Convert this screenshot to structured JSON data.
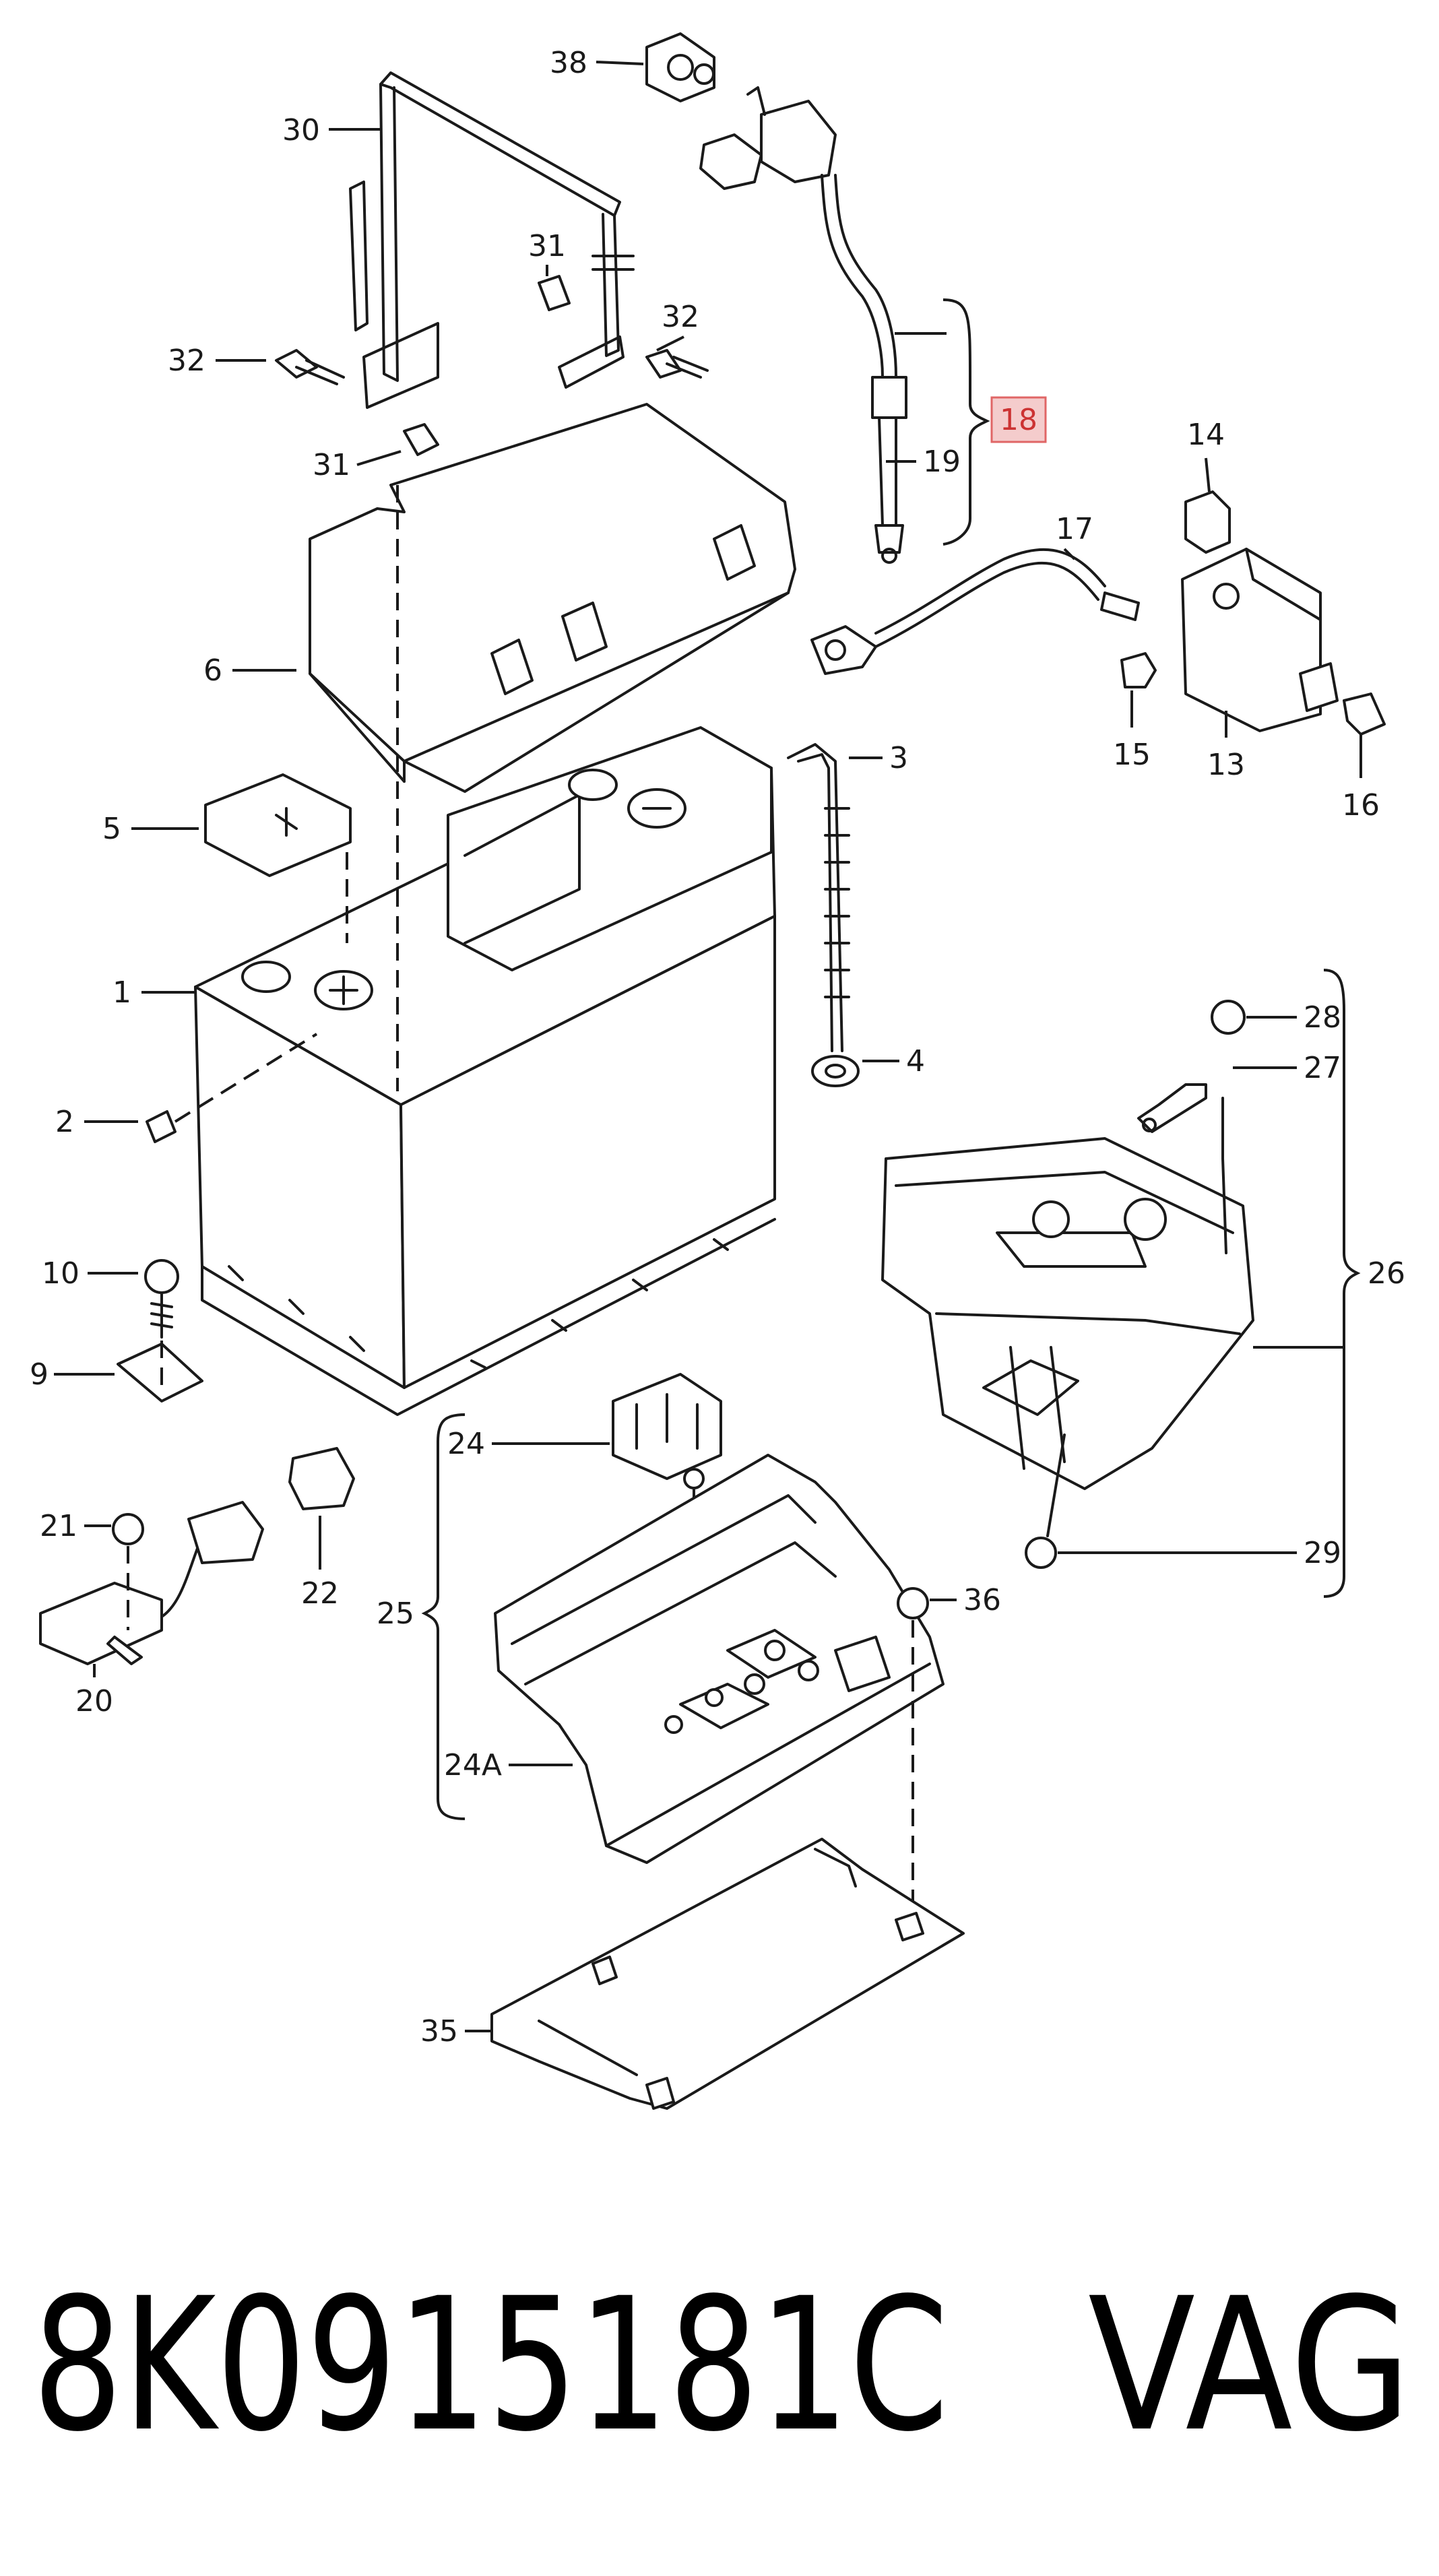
{
  "diagram": {
    "callouts": {
      "c38": "38",
      "c30": "30",
      "c31a": "31",
      "c32a": "32",
      "c32b": "32",
      "c31b": "31",
      "c18": "18",
      "c19": "19",
      "c14": "14",
      "c17": "17",
      "c6": "6",
      "c15": "15",
      "c13": "13",
      "c16": "16",
      "c3": "3",
      "c5": "5",
      "c1": "1",
      "c4": "4",
      "c28": "28",
      "c27": "27",
      "c2": "2",
      "c26": "26",
      "c10": "10",
      "c9": "9",
      "c24": "24",
      "c29": "29",
      "c21": "21",
      "c22": "22",
      "c36": "36",
      "c25": "25",
      "c20": "20",
      "c24a": "24A",
      "c35": "35"
    },
    "highlight_color": "#f4cccc",
    "highlight_border": "#e06666"
  },
  "footer": {
    "part_number": "8K0915181C",
    "brand": "VAG"
  }
}
